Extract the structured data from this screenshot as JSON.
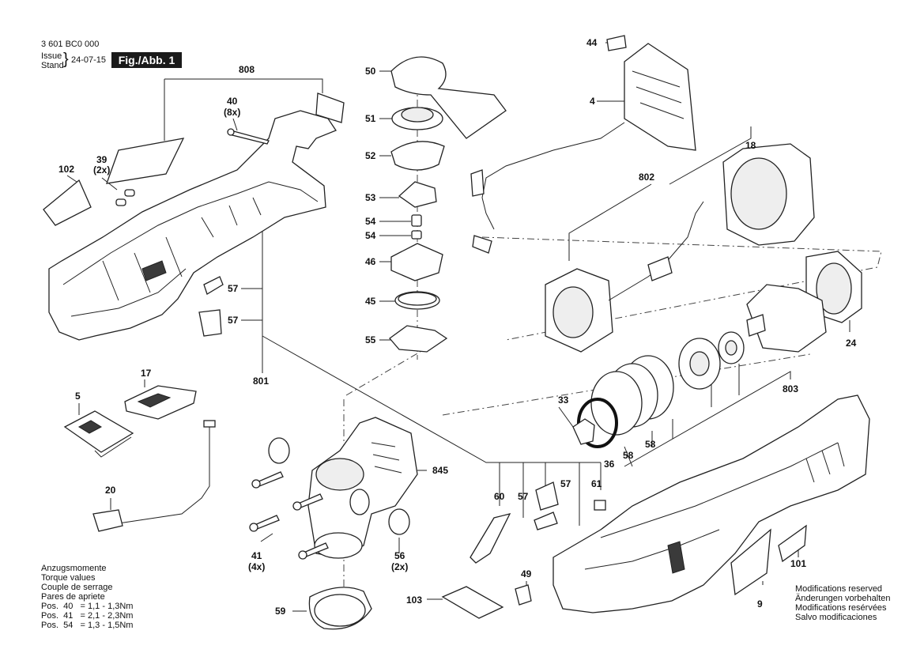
{
  "header": {
    "part_number": "3 601 BC0 000",
    "issue_label": "Issue",
    "stand_label": "Stand",
    "date": "24-07-15",
    "figure": "Fig./Abb. 1"
  },
  "labels": {
    "p4": "4",
    "p5": "5",
    "p9": "9",
    "p17": "17",
    "p18": "18",
    "p20": "20",
    "p24": "24",
    "p33": "33",
    "p36": "36",
    "p39": "39",
    "p39q": "(2x)",
    "p40": "40",
    "p40q": "(8x)",
    "p41": "41",
    "p41q": "(4x)",
    "p44": "44",
    "p45": "45",
    "p46": "46",
    "p49": "49",
    "p50": "50",
    "p51": "51",
    "p52": "52",
    "p53": "53",
    "p54a": "54",
    "p54b": "54",
    "p55": "55",
    "p56": "56",
    "p56q": "(2x)",
    "p57a": "57",
    "p57b": "57",
    "p57c": "57",
    "p57d": "57",
    "p58a": "58",
    "p58b": "58",
    "p59": "59",
    "p60": "60",
    "p61": "61",
    "p101": "101",
    "p102": "102",
    "p103": "103",
    "p801": "801",
    "p802": "802",
    "p803": "803",
    "p808": "808",
    "p845": "845"
  },
  "torque": {
    "line1": "Anzugsmomente",
    "line2": "Torque values",
    "line3": "Couple de serrage",
    "line4": "Pares de apriete",
    "row1": "Pos.  40   = 1,1 - 1,3Nm",
    "row2": "Pos.  41   = 2,1 - 2,3Nm",
    "row3": "Pos.  54   = 1,3 - 1,5Nm"
  },
  "modifications": {
    "line1": "Modifications reserved",
    "line2": "Änderungen vorbehalten",
    "line3": "Modifications resérvées",
    "line4": "Salvo modificaciones"
  }
}
